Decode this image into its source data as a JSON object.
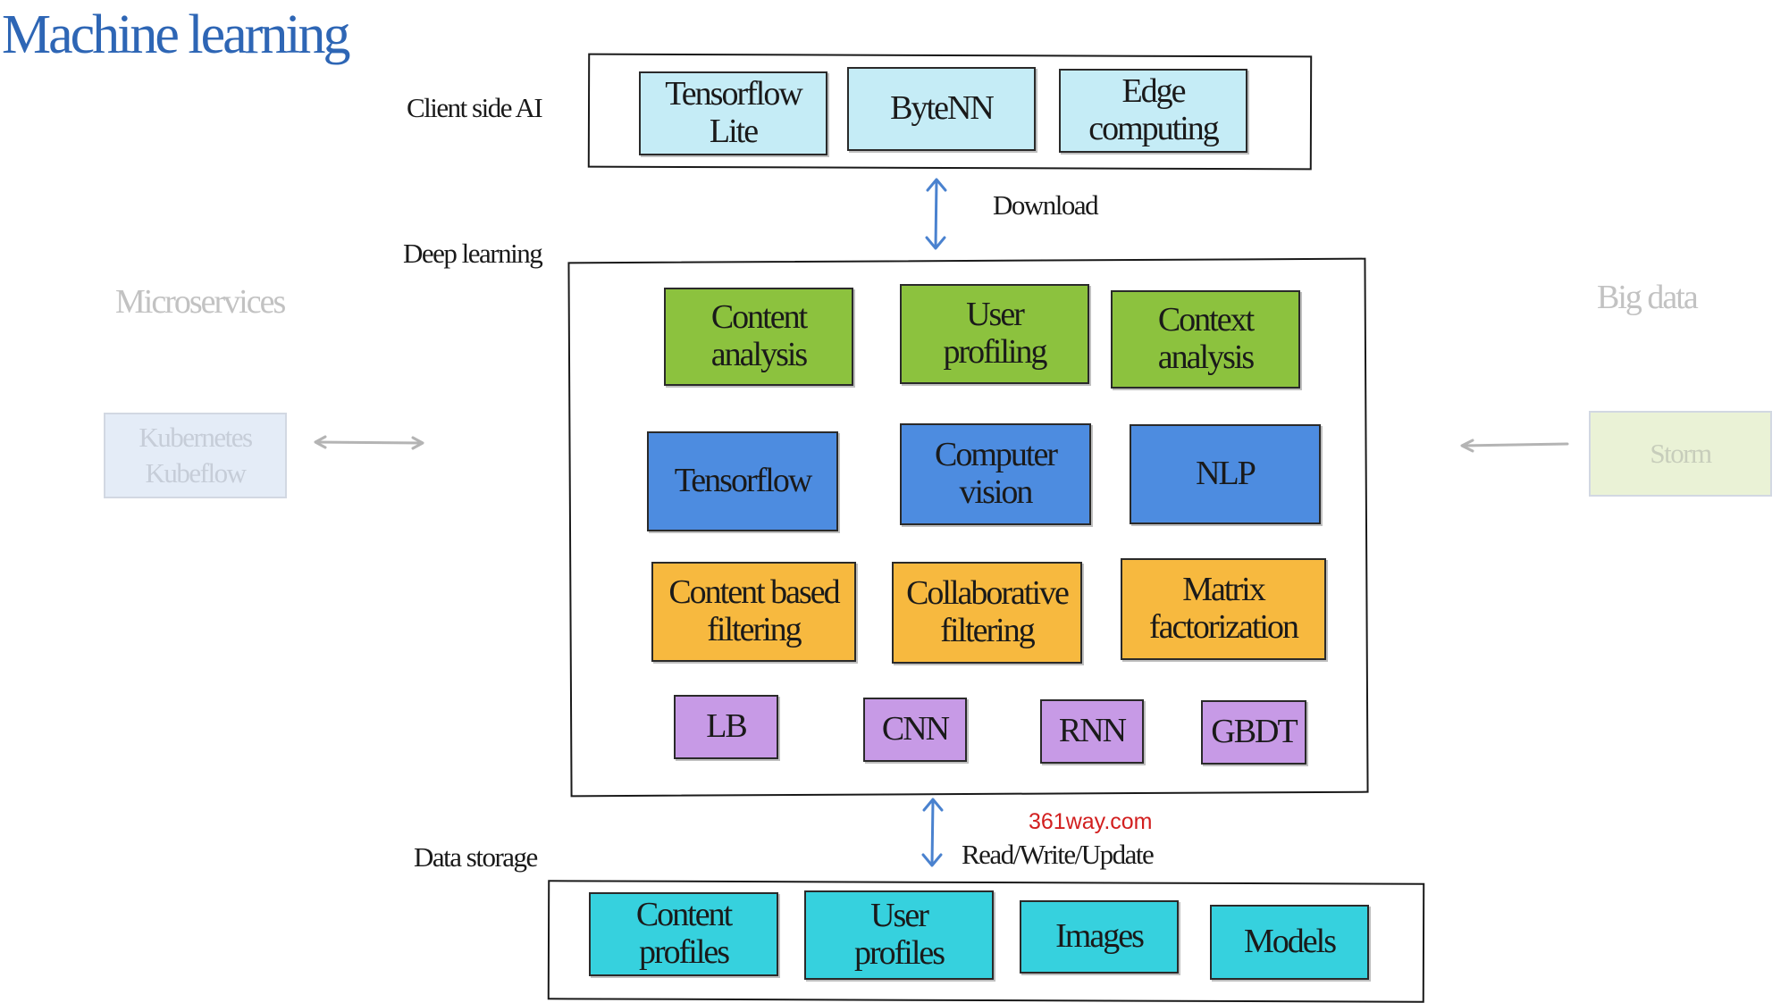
{
  "title": "Machine learning",
  "layers": {
    "client": {
      "label": "Client side AI",
      "boxes": [
        "Tensorflow\nLite",
        "ByteNN",
        "Edge\ncomputing"
      ],
      "color": "#c5ecf6"
    },
    "download_label": "Download",
    "deep": {
      "label": "Deep learning",
      "rows": [
        {
          "color": "#8cc23e",
          "boxes": [
            "Content\nanalysis",
            "User\nprofiling",
            "Context\nanalysis"
          ]
        },
        {
          "color": "#4d8ce0",
          "boxes": [
            "Tensorflow",
            "Computer\nvision",
            "NLP"
          ]
        },
        {
          "color": "#f7b93f",
          "boxes": [
            "Content based\nfiltering",
            "Collaborative\nfiltering",
            "Matrix\nfactorization"
          ]
        },
        {
          "color": "#c79ae6",
          "boxes": [
            "LB",
            "CNN",
            "RNN",
            "GBDT"
          ]
        }
      ]
    },
    "storage_arrow_label": "Read/Write/Update",
    "storage": {
      "label": "Data storage",
      "boxes": [
        "Content\nprofiles",
        "User\nprofiles",
        "Images",
        "Models"
      ],
      "color": "#36d1de"
    }
  },
  "left_side": {
    "label": "Microservices",
    "box": "Kubernetes\nKubeflow",
    "box_color": "#e4ecf7"
  },
  "right_side": {
    "label": "Big data",
    "box": "Storm",
    "box_color": "#eaf2d6"
  },
  "watermark": "361way.com"
}
